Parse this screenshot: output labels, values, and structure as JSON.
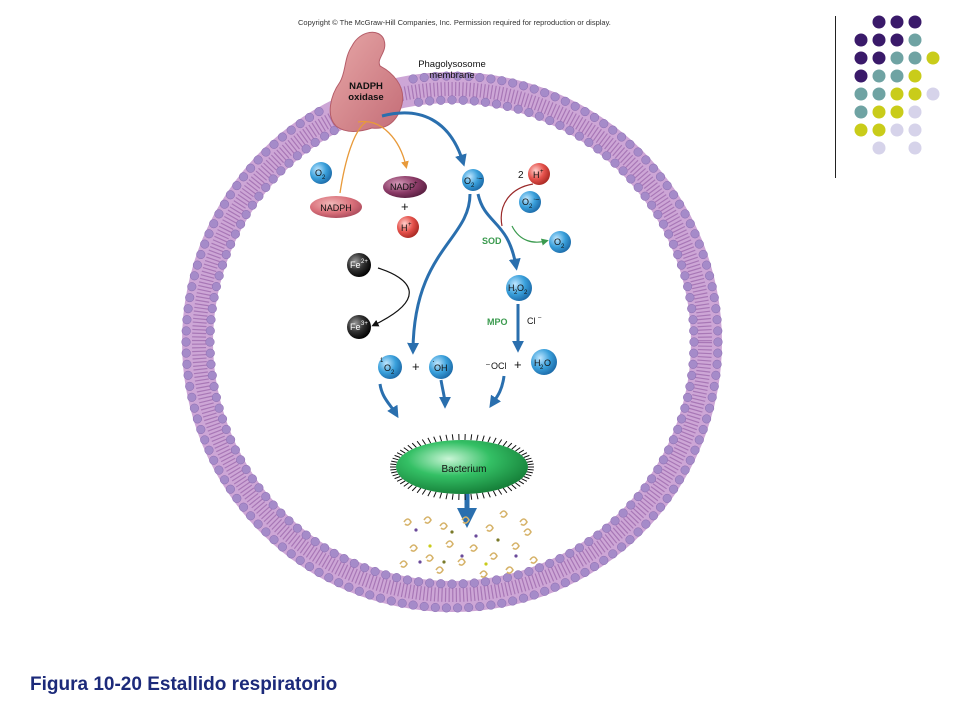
{
  "copyright": "Copyright © The McGraw-Hill Companies, Inc. Permission required for reproduction or display.",
  "caption": "Figura 10-20 Estallido respiratorio",
  "labels": {
    "membrane_line1": "Phagolysosome",
    "membrane_line2": "membrane",
    "nadph_oxidase_line1": "NADPH",
    "nadph_oxidase_line2": "oxidase",
    "o2_left": "O",
    "nadph": "NADPH",
    "nadp": "NADP",
    "plus": "+",
    "h_plus": "H",
    "superoxide": "O",
    "two": "2",
    "sod": "SOD",
    "o2_right": "O",
    "h2o2": "H",
    "mpo": "MPO",
    "cl_minus": "Cl",
    "fe2": "Fe",
    "fe3": "Fe",
    "singlet_o2": "O",
    "hydroxyl": "OH",
    "hypochlorite": "OCl",
    "h2o": "H",
    "bacterium": "Bacterium"
  },
  "colors": {
    "membrane": "#b58cc4",
    "membrane_dot": "#a58bc9",
    "arrow_blue": "#2a6fae",
    "molecule_blue": "#3aa0db",
    "molecule_red": "#e5524c",
    "bacterium": "#2db35a",
    "sod_green": "#3a9a4e",
    "corner_purple": "#3a1a6a",
    "corner_teal": "#6fa3a3",
    "corner_yellow": "#c9cc1a",
    "corner_lavender": "#d6d3ea"
  }
}
